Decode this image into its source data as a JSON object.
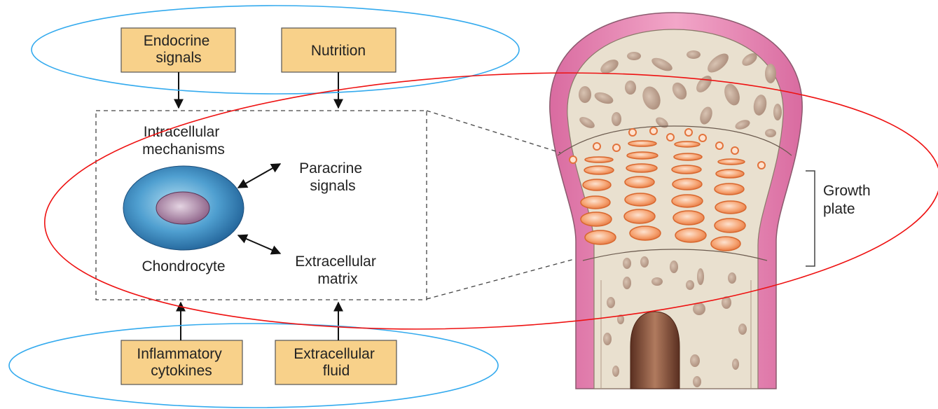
{
  "diagram": {
    "inputs_top": {
      "endocrine": [
        "Endocrine",
        "signals"
      ],
      "nutrition": "Nutrition"
    },
    "inputs_bottom": {
      "inflammatory": [
        "Inflammatory",
        "cytokines"
      ],
      "extracellular_fluid": [
        "Extracellular",
        "fluid"
      ]
    },
    "cell_panel": {
      "intracellular": [
        "Intracellular",
        "mechanisms"
      ],
      "paracrine": [
        "Paracrine",
        "signals"
      ],
      "chondrocyte": "Chondrocyte",
      "extracellular_matrix": [
        "Extracellular",
        "matrix"
      ]
    },
    "bone": {
      "growth_plate": [
        "Growth",
        "plate"
      ]
    }
  },
  "colors": {
    "box_fill": "#f8d18a",
    "box_stroke": "#555555",
    "blue_ellipse": "#33aaee",
    "red_ellipse": "#ee1111",
    "periosteum": "#e07fae",
    "bone_matrix": "#e9e0cf",
    "chondrocyte_orange": "#f3925a",
    "marrow": "#7a4a35"
  }
}
